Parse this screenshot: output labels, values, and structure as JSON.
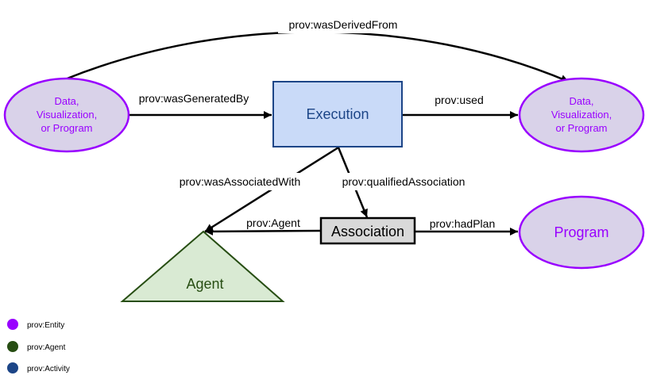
{
  "nodes": {
    "entity_left": {
      "lines": [
        "Data,",
        "Visualization,",
        "or Program"
      ]
    },
    "activity": {
      "label": "Execution"
    },
    "entity_right": {
      "lines": [
        "Data,",
        "Visualization,",
        "or Program"
      ]
    },
    "association": {
      "label": "Association"
    },
    "program": {
      "label": "Program"
    },
    "agent": {
      "label": "Agent"
    }
  },
  "edges": {
    "was_derived_from": "prov:wasDerivedFrom",
    "was_generated_by": "prov:wasGeneratedBy",
    "used": "prov:used",
    "was_associated_with": "prov:wasAssociatedWith",
    "qualified_association": "prov:qualifiedAssociation",
    "agent": "prov:Agent",
    "had_plan": "prov:hadPlan"
  },
  "legend": [
    {
      "label": "prov:Entity",
      "color": "#9900ff"
    },
    {
      "label": "prov:Agent",
      "color": "#274e13"
    },
    {
      "label": "prov:Activity",
      "color": "#1c4587"
    }
  ],
  "colors": {
    "entity_fill": "#d9d2e9",
    "entity_stroke": "#9900ff",
    "entity_text": "#9900ff",
    "activity_fill": "#c9daf8",
    "activity_stroke": "#1c4587",
    "activity_text": "#1c4587",
    "association_fill": "#d9d9d9",
    "agent_fill": "#d9ead3",
    "agent_stroke": "#274e13",
    "agent_text": "#274e13"
  }
}
